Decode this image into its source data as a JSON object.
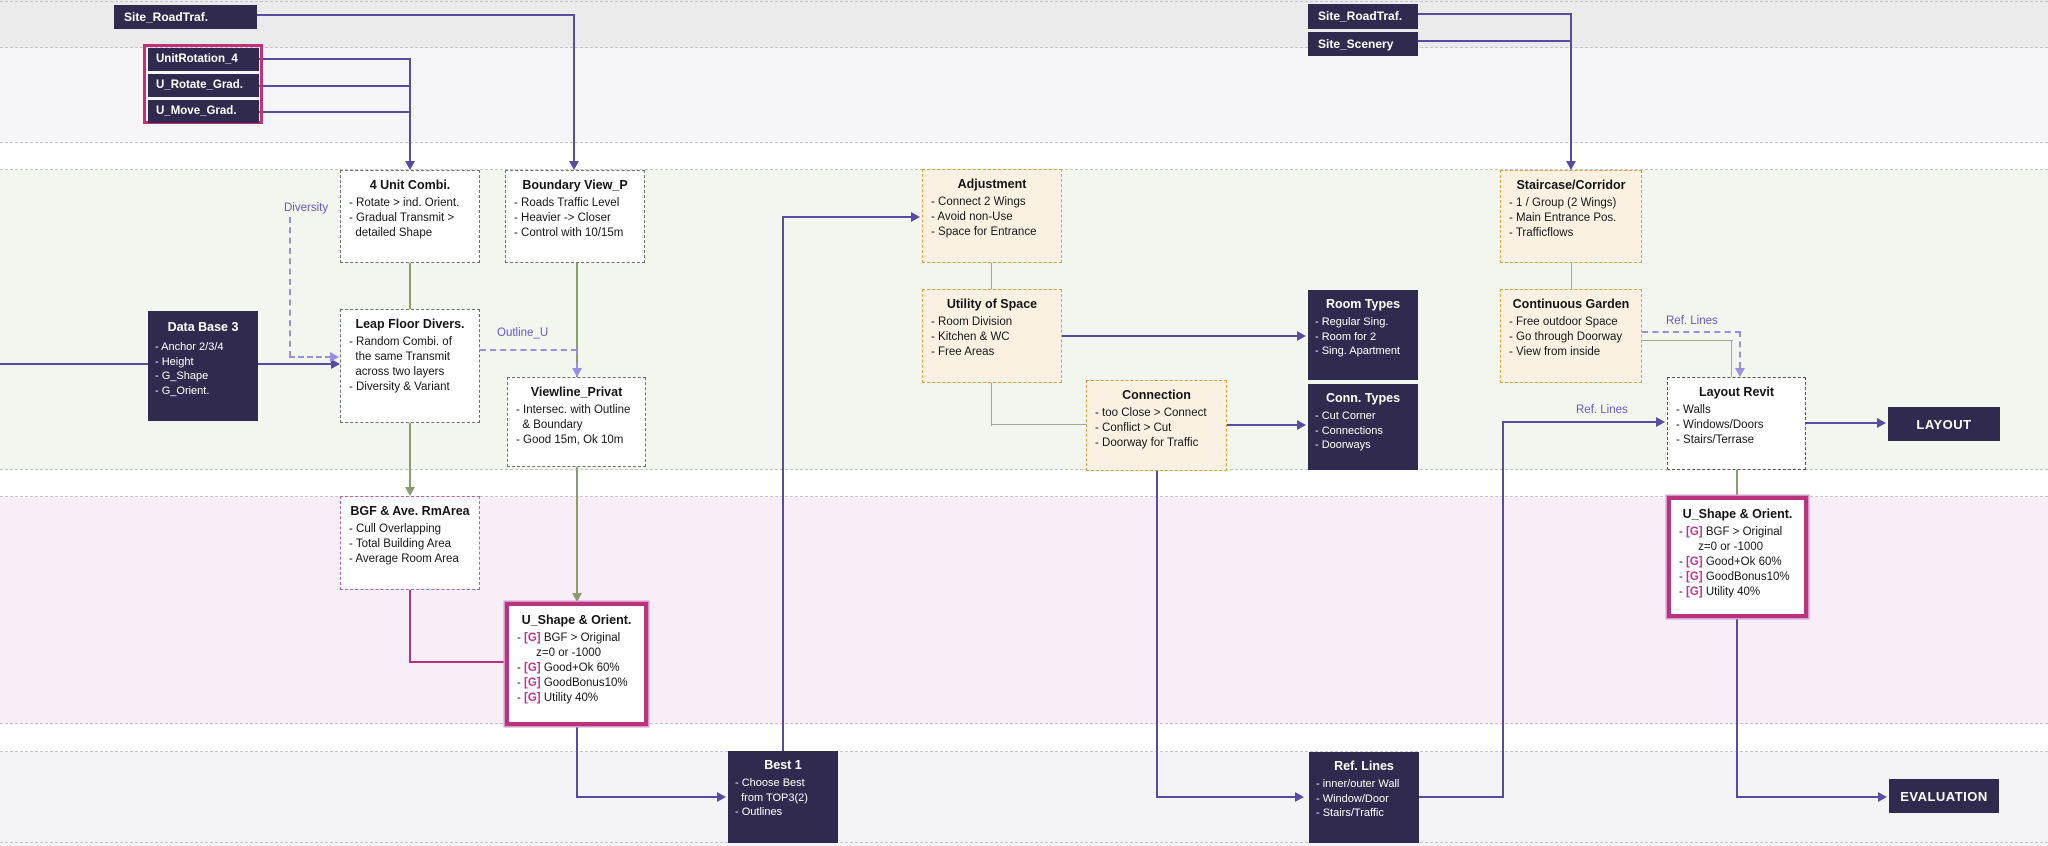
{
  "colors": {
    "dark_node": "#302a4e",
    "magenta_accent": "#b93381",
    "orange_accent": "#e2a23b",
    "purple_line": "#5a4aa0",
    "olive_line": "#8d9b70",
    "annotation_line": "#9a8ede",
    "lavender_band": "#f8eef7",
    "green_band": "#f3f5ef"
  },
  "labels": {
    "diversity": "Diversity",
    "outline_u": "Outline_U",
    "ref_lines_garden": "Ref. Lines",
    "ref_lines_revit": "Ref. Lines"
  },
  "terminals": {
    "layout": "LAYOUT",
    "evaluation": "EVALUATION"
  },
  "nodes": {
    "site_roadtraf_left": {
      "title": "Site_RoadTraf."
    },
    "rotation_group": {
      "items": [
        "UnitRotation_4",
        "U_Rotate_Grad.",
        "U_Move_Grad."
      ]
    },
    "four_unit_combi": {
      "title": "4 Unit Combi.",
      "items": [
        "- Rotate > ind. Orient.",
        "- Gradual Transmit >",
        "  detailed Shape"
      ]
    },
    "boundary_view_p": {
      "title": "Boundary View_P",
      "items": [
        "- Roads Traffic Level",
        "- Heavier -> Closer",
        "- Control with 10/15m"
      ]
    },
    "data_base_3": {
      "title": "Data Base 3",
      "items": [
        "- Anchor 2/3/4",
        "- Height",
        "- G_Shape",
        "- G_Orient."
      ]
    },
    "leap_floor_divers": {
      "title": "Leap Floor Divers.",
      "items": [
        "- Random Combi. of",
        "  the same Transmit",
        "  across two layers",
        "- Diversity & Variant"
      ]
    },
    "viewline_privat": {
      "title": "Viewline_Privat",
      "items": [
        "- Intersec. with Outline",
        "  & Boundary",
        "- Good 15m, Ok 10m"
      ]
    },
    "bgf_ave_rmarea": {
      "title": "BGF & Ave. RmArea",
      "items": [
        "- Cull Overlapping",
        "- Total Building Area",
        "- Average Room Area"
      ]
    },
    "u_shape_orient_left": {
      "title": "U_Shape & Orient.",
      "items": [
        "- [G] BGF > Original",
        "      z=0 or -1000",
        "- [G] Good+Ok 60%",
        "- [G] GoodBonus10%",
        "- [G] Utility 40%"
      ]
    },
    "best_1": {
      "title": "Best 1",
      "items": [
        "- Choose Best",
        "  from TOP3(2)",
        "- Outlines"
      ]
    },
    "adjustment": {
      "title": "Adjustment",
      "items": [
        "- Connect 2 Wings",
        "- Avoid non-Use",
        "- Space for Entrance"
      ]
    },
    "utility_of_space": {
      "title": "Utility of Space",
      "items": [
        "- Room Division",
        "- Kitchen & WC",
        "- Free Areas"
      ]
    },
    "connection": {
      "title": "Connection",
      "items": [
        "- too Close > Connect",
        "- Conflict > Cut",
        "- Doorway for Traffic"
      ]
    },
    "room_types": {
      "title": "Room Types",
      "items": [
        "- Regular Sing.",
        "- Room for 2",
        "- Sing. Apartment"
      ]
    },
    "conn_types": {
      "title": "Conn. Types",
      "items": [
        "- Cut Corner",
        "- Connections",
        "- Doorways"
      ]
    },
    "ref_lines_box": {
      "title": "Ref. Lines",
      "items": [
        "- inner/outer Wall",
        "- Window/Door",
        "- Stairs/Traffic"
      ]
    },
    "site_roadtraf_right": {
      "title": "Site_RoadTraf."
    },
    "site_scenery": {
      "title": "Site_Scenery"
    },
    "staircase_corridor": {
      "title": "Staircase/Corridor",
      "items": [
        "- 1 / Group (2 Wings)",
        "- Main Entrance Pos.",
        "- Trafficflows"
      ]
    },
    "continuous_garden": {
      "title": "Continuous Garden",
      "items": [
        "- Free outdoor Space",
        "- Go through Doorway",
        "- View from inside"
      ]
    },
    "layout_revit": {
      "title": "Layout Revit",
      "items": [
        "- Walls",
        "- Windows/Doors",
        "- Stairs/Terrase"
      ]
    },
    "u_shape_orient_right": {
      "title": "U_Shape & Orient.",
      "items": [
        "- [G] BGF > Original",
        "      z=0 or -1000",
        "- [G] Good+Ok 60%",
        "- [G] GoodBonus10%",
        "- [G] Utility 40%"
      ]
    }
  }
}
